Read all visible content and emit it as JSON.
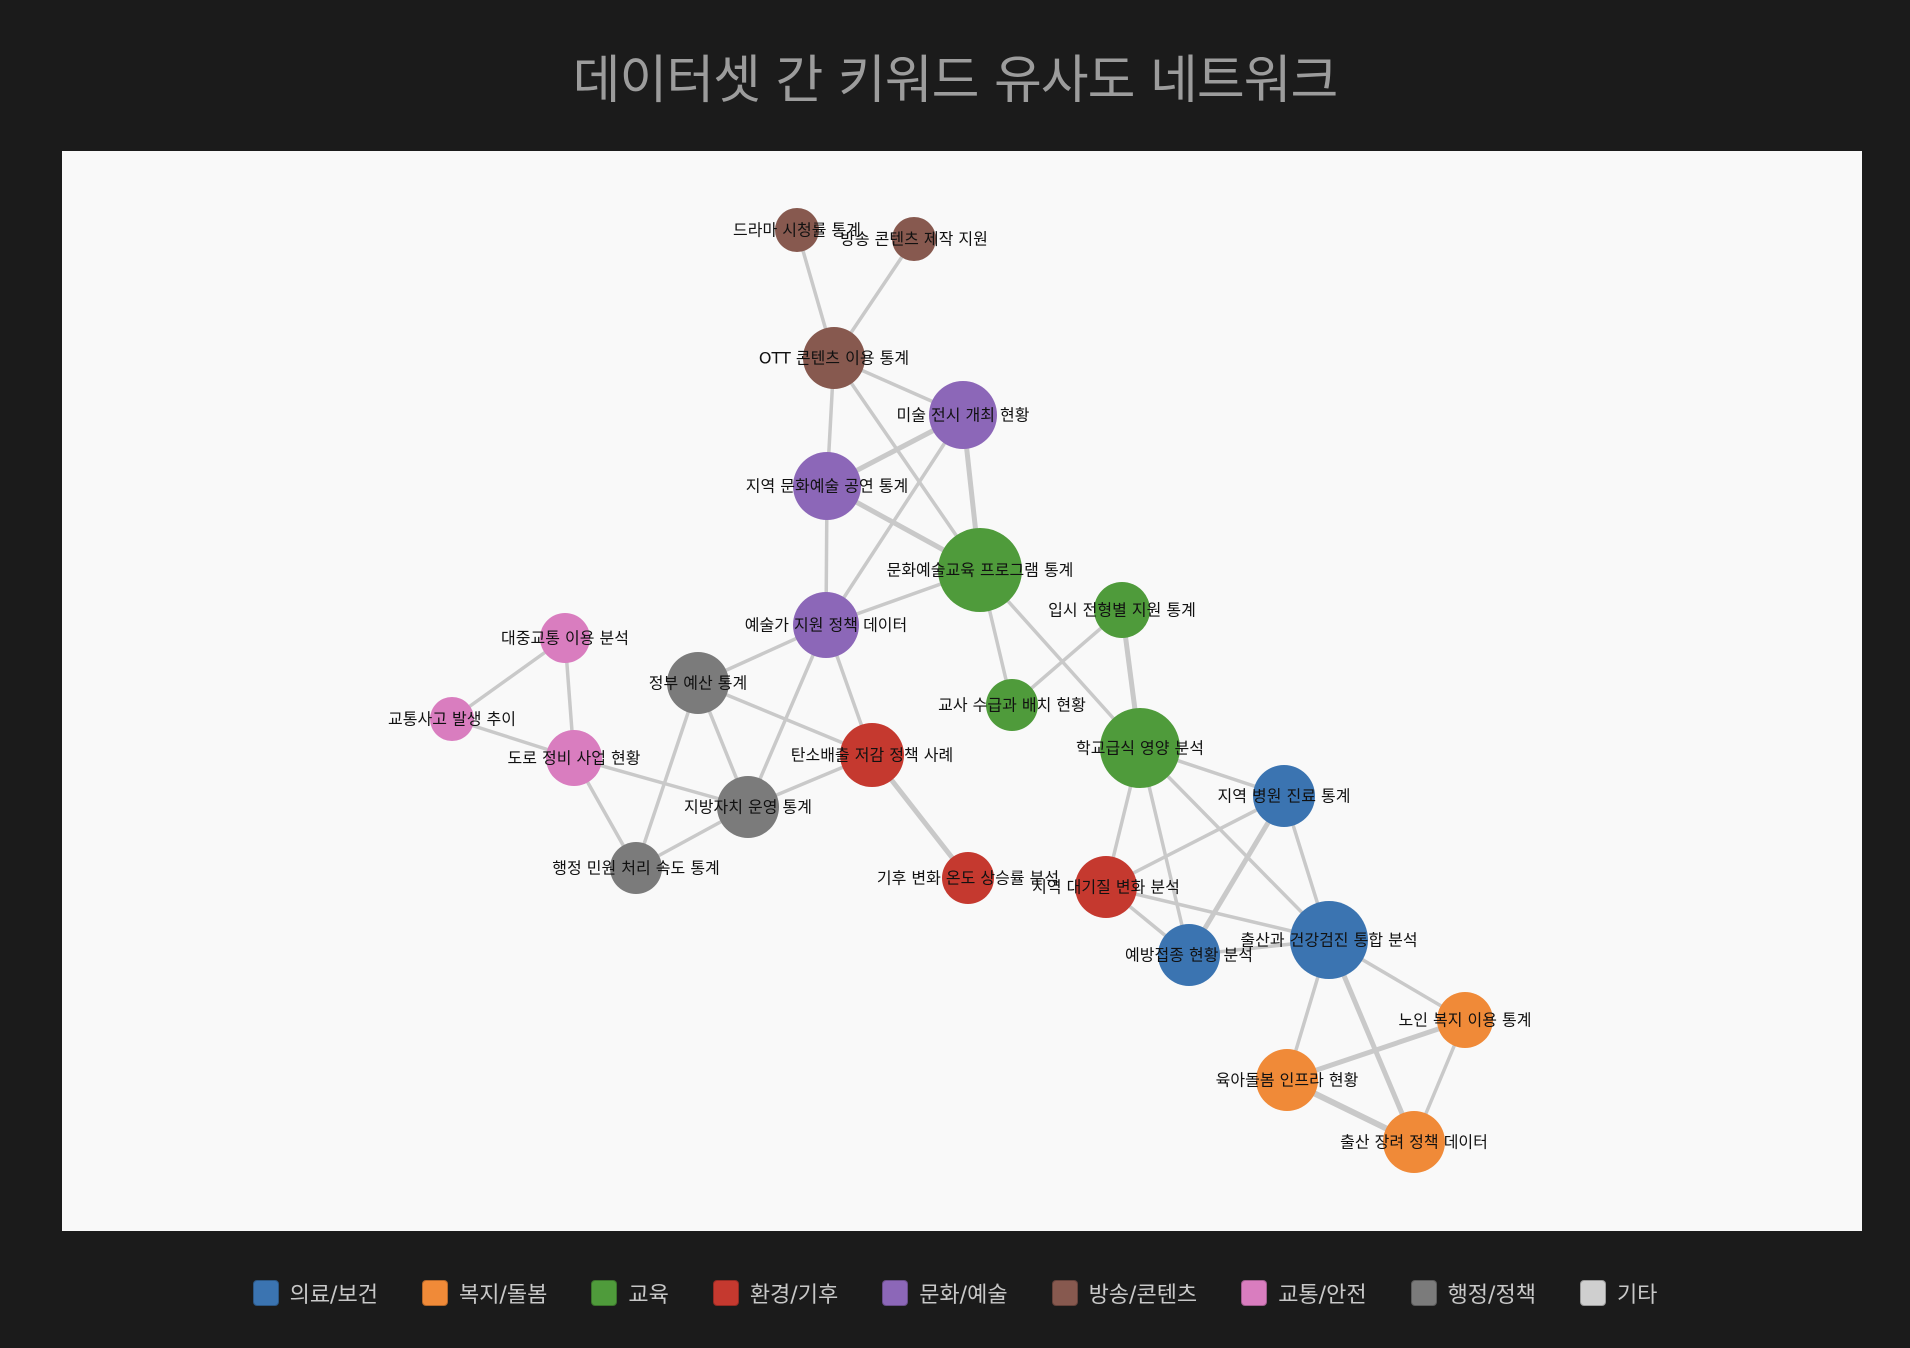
{
  "title": "데이터셋 간 키워드 유사도 네트워크",
  "categories": [
    {
      "id": "health",
      "label": "의료/보건",
      "color": "#3b74b1"
    },
    {
      "id": "welfare",
      "label": "복지/돌봄",
      "color": "#f08a38"
    },
    {
      "id": "edu",
      "label": "교육",
      "color": "#4f9b3b"
    },
    {
      "id": "env",
      "label": "환경/기후",
      "color": "#c5392f"
    },
    {
      "id": "culture",
      "label": "문화/예술",
      "color": "#8c67b8"
    },
    {
      "id": "broadcast",
      "label": "방송/콘텐츠",
      "color": "#87594f"
    },
    {
      "id": "traffic",
      "label": "교통/안전",
      "color": "#d97dbf"
    },
    {
      "id": "admin",
      "label": "행정/정책",
      "color": "#7b7b7b"
    },
    {
      "id": "other",
      "label": "기타",
      "color": "#cfcfcf"
    }
  ],
  "nodes": [
    {
      "id": "drama",
      "label": "드라마 시청률 통계",
      "category": "broadcast"
    },
    {
      "id": "bcsupport",
      "label": "방송 콘텐츠 제작 지원",
      "category": "broadcast"
    },
    {
      "id": "ott",
      "label": "OTT 콘텐츠 이용 통계",
      "category": "broadcast"
    },
    {
      "id": "art_exhibit",
      "label": "미술 전시 개최 현황",
      "category": "culture"
    },
    {
      "id": "regional_perf",
      "label": "지역 문화예술 공연 통계",
      "category": "culture"
    },
    {
      "id": "artist_support",
      "label": "예술가 지원 정책 데이터",
      "category": "culture"
    },
    {
      "id": "culture_edu",
      "label": "문화예술교육 프로그램 통계",
      "category": "edu"
    },
    {
      "id": "admission",
      "label": "입시 전형별 지원 통계",
      "category": "edu"
    },
    {
      "id": "teacher",
      "label": "교사 수급과 배치 현황",
      "category": "edu"
    },
    {
      "id": "school_meal",
      "label": "학교급식 영양 분석",
      "category": "edu"
    },
    {
      "id": "public_transit",
      "label": "대중교통 이용 분석",
      "category": "traffic"
    },
    {
      "id": "accident",
      "label": "교통사고 발생 추이",
      "category": "traffic"
    },
    {
      "id": "road",
      "label": "도로 정비 사업 현황",
      "category": "traffic"
    },
    {
      "id": "gov_budget",
      "label": "정부 예산 통계",
      "category": "admin"
    },
    {
      "id": "local_gov",
      "label": "지방자치 운영 통계",
      "category": "admin"
    },
    {
      "id": "civil",
      "label": "행정 민원 처리 속도 통계",
      "category": "admin"
    },
    {
      "id": "carbon",
      "label": "탄소배출 저감 정책 사례",
      "category": "env"
    },
    {
      "id": "climate",
      "label": "기후 변화 온도 상승률 분석",
      "category": "env"
    },
    {
      "id": "air",
      "label": "지역 대기질 변화 분석",
      "category": "env"
    },
    {
      "id": "hospital",
      "label": "지역 병원 진료 통계",
      "category": "health"
    },
    {
      "id": "vaccine",
      "label": "예방접종 현황 분석",
      "category": "health"
    },
    {
      "id": "checkup",
      "label": "출산과 건강검진 통합 분석",
      "category": "health"
    },
    {
      "id": "elderly",
      "label": "노인 복지 이용 통계",
      "category": "welfare"
    },
    {
      "id": "childcare",
      "label": "육아돌봄 인프라 현황",
      "category": "welfare"
    },
    {
      "id": "birth_policy",
      "label": "출산 장려 정책 데이터",
      "category": "welfare"
    }
  ],
  "edges": [
    [
      "drama",
      "ott"
    ],
    [
      "bcsupport",
      "ott"
    ],
    [
      "ott",
      "art_exhibit"
    ],
    [
      "ott",
      "regional_perf"
    ],
    [
      "ott",
      "culture_edu"
    ],
    [
      "art_exhibit",
      "regional_perf"
    ],
    [
      "art_exhibit",
      "culture_edu"
    ],
    [
      "art_exhibit",
      "artist_support"
    ],
    [
      "regional_perf",
      "culture_edu"
    ],
    [
      "regional_perf",
      "artist_support"
    ],
    [
      "artist_support",
      "culture_edu"
    ],
    [
      "artist_support",
      "gov_budget"
    ],
    [
      "artist_support",
      "carbon"
    ],
    [
      "artist_support",
      "local_gov"
    ],
    [
      "culture_edu",
      "teacher"
    ],
    [
      "culture_edu",
      "school_meal"
    ],
    [
      "admission",
      "teacher"
    ],
    [
      "admission",
      "school_meal"
    ],
    [
      "public_transit",
      "accident"
    ],
    [
      "public_transit",
      "road"
    ],
    [
      "accident",
      "road"
    ],
    [
      "road",
      "civil"
    ],
    [
      "road",
      "local_gov"
    ],
    [
      "gov_budget",
      "local_gov"
    ],
    [
      "gov_budget",
      "civil"
    ],
    [
      "gov_budget",
      "carbon"
    ],
    [
      "local_gov",
      "civil"
    ],
    [
      "local_gov",
      "carbon"
    ],
    [
      "carbon",
      "climate"
    ],
    [
      "school_meal",
      "hospital"
    ],
    [
      "school_meal",
      "air"
    ],
    [
      "school_meal",
      "vaccine"
    ],
    [
      "school_meal",
      "checkup"
    ],
    [
      "hospital",
      "air"
    ],
    [
      "hospital",
      "vaccine"
    ],
    [
      "hospital",
      "checkup"
    ],
    [
      "air",
      "vaccine"
    ],
    [
      "air",
      "checkup"
    ],
    [
      "vaccine",
      "checkup"
    ],
    [
      "checkup",
      "elderly"
    ],
    [
      "checkup",
      "childcare"
    ],
    [
      "checkup",
      "birth_policy"
    ],
    [
      "elderly",
      "childcare"
    ],
    [
      "elderly",
      "birth_policy"
    ],
    [
      "childcare",
      "birth_policy"
    ]
  ]
}
